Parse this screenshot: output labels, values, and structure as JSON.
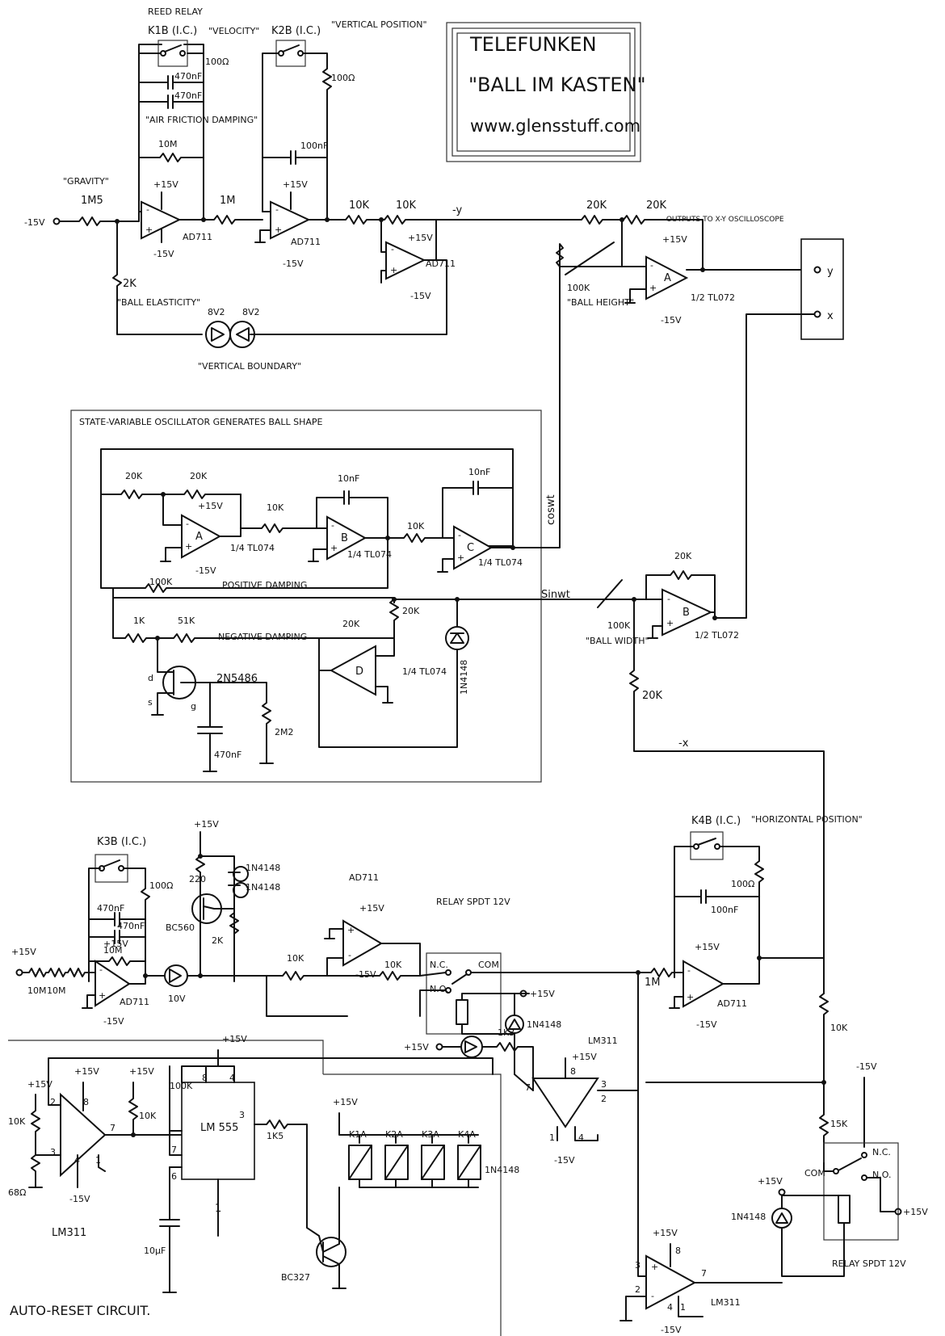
{
  "title_box": {
    "line1": "TELEFUNKEN",
    "line2": "\"BALL IM KASTEN\"",
    "line3": "www.glensstuff.com"
  },
  "labels": {
    "reed_relay": "REED RELAY",
    "k1b": "K1B (I.C.)",
    "velocity": "\"VELOCITY\"",
    "k2b": "K2B (I.C.)",
    "vertical_position": "\"VERTICAL POSITION\"",
    "r100a": "100Ω",
    "c470a": "470nF",
    "c470b": "470nF",
    "air_friction": "\"AIR FRICTION DAMPING\"",
    "r10m_a": "10M",
    "r100b": "100Ω",
    "c100a": "100nF",
    "gravity": "\"GRAVITY\"",
    "r1m5": "1M5",
    "neg15_in": "-15V",
    "p15_a": "+15V",
    "p15_b": "+15V",
    "p15_c": "+15V",
    "n15_a": "-15V",
    "n15_b": "-15V",
    "n15_c": "-15V",
    "ad711_a": "AD711",
    "ad711_b": "AD711",
    "ad711_c": "AD711",
    "r1m_a": "1M",
    "r10k_a": "10K",
    "r10k_b": "10K",
    "neg_y": "-y",
    "r20k_a": "20K",
    "r20k_b": "20K",
    "r100k_a": "100K",
    "ball_height": "\"BALL HEIGHT\"",
    "half_tl072_a": "1/2 TL072",
    "p15_d": "+15V",
    "n15_d": "-15V",
    "r2k_a": "2K",
    "ball_elasticity": "\"BALL ELASTICITY\"",
    "z8v2_a": "8V2",
    "z8v2_b": "8V2",
    "vertical_boundary": "\"VERTICAL BOUNDARY\"",
    "outputs": "OUTPUTS TO X-Y OSCILLOSCOPE",
    "out_y": "y",
    "out_x": "x",
    "svo_title": "STATE-VARIABLE OSCILLATOR GENERATES BALL SHAPE",
    "r20k_c": "20K",
    "r20k_d": "20K",
    "p15_e": "+15V",
    "n15_e": "-15V",
    "amp_a": "A",
    "amp_b": "B",
    "amp_c": "C",
    "amp_d": "D",
    "quarter_tl074_a": "1/4 TL074",
    "quarter_tl074_b": "1/4 TL074",
    "quarter_tl074_c": "1/4 TL074",
    "quarter_tl074_d": "1/4 TL074",
    "r10k_c": "10K",
    "r10k_d": "10K",
    "c10nf_a": "10nF",
    "c10nf_b": "10nF",
    "coswt": "coswt",
    "sinwt": "Sinwt",
    "r100k_b": "100K",
    "positive_damping": "POSITIVE DAMPING",
    "r1k": "1K",
    "r51k": "51K",
    "negative_damping": "NEGATIVE DAMPING",
    "r20k_e": "20K",
    "r20k_f": "20K",
    "d1n4148_a": "1N4148",
    "jfet": "2N5486",
    "jfet_d": "d",
    "jfet_s": "s",
    "jfet_g": "g",
    "c470c": "470nF",
    "r2m2": "2M2",
    "r20k_g": "20K",
    "r100k_c": "100K",
    "ball_width": "\"BALL WIDTH\"",
    "amp_b2": "B",
    "half_tl072_b": "1/2 TL072",
    "r20k_h": "20K",
    "neg_x": "-x",
    "k3b": "K3B (I.C.)",
    "r100c": "100Ω",
    "c470d": "470nF",
    "c470e": "470nF",
    "p15_f": "+15V",
    "n15_f": "-15V",
    "in_p15": "+15V",
    "r10m_b": "10M",
    "r10m_c": "10M",
    "r10m_d": "10M",
    "ad711_d": "AD711",
    "z10v": "10V",
    "p15_g": "+15V",
    "r220": "220",
    "d1n4148_b": "1N4148",
    "d1n4148_c": "1N4148",
    "bc560": "BC560",
    "r2k_b": "2K",
    "r10k_e": "10K",
    "ad711_e": "AD711",
    "p15_h": "+15V",
    "n15_h": "-15V",
    "r10k_f": "10K",
    "relay_a": "RELAY SPDT 12V",
    "nc_a": "N.C.",
    "no_a": "N.O.",
    "com_a": "COM",
    "p15_i": "+15V",
    "d1n4148_d": "1N4148",
    "k4b": "K4B (I.C.)",
    "horizontal_position": "\"HORIZONTAL POSITION\"",
    "r100d": "100Ω",
    "c100b": "100nF",
    "r1m_b": "1M",
    "p15_j": "+15V",
    "n15_j": "-15V",
    "ad711_f": "AD711",
    "r10k_g": "10K",
    "r15k": "15K",
    "p15_k": "+15V",
    "r1k3": "1K3",
    "lm311_a": "LM311",
    "p15_l": "+15V",
    "n15_l": "-15V",
    "n15_m": "-15V",
    "com_b": "COM",
    "nc_b": "N.C.",
    "no_b": "N.O.",
    "p15_m": "+15V",
    "p15_n": "+15V",
    "d1n4148_e": "1N4148",
    "relay_b": "RELAY SPDT 12V",
    "lm311_b": "LM311",
    "p15_o": "+15V",
    "n15_o": "-15V",
    "r10k_h": "10K",
    "r68": "68Ω",
    "p15_p": "+15V",
    "p15_q": "+15V",
    "n15_p": "-15V",
    "lm311_c": "LM311",
    "p15_r": "+15V",
    "r10k_i": "10K",
    "r100k_d": "100K",
    "lm555": "LM 555",
    "c10uf": "10µF",
    "p15_s": "+15V",
    "r1k5": "1K5",
    "p15_t": "+15V",
    "k1a": "K1A",
    "k2a": "K2A",
    "k3a": "K3A",
    "k4a": "K4A",
    "d1n4148_f": "1N4148",
    "bc327": "BC327",
    "auto_reset": "AUTO-RESET CIRCUIT.",
    "pin_2a": "2",
    "pin_3a": "3",
    "pin_7a": "7",
    "pin_8a": "8",
    "pin_4a": "4",
    "pin_1a": "1",
    "pin_8b": "8",
    "pin_4b": "4",
    "pin_7b": "7",
    "pin_6b": "6",
    "pin_3b": "3",
    "pin_1b": "1",
    "pin_8c": "8",
    "pin_7c": "7",
    "pin_2c": "2",
    "pin_3c": "3",
    "pin_1c": "1",
    "pin_4c": "4",
    "pin_3d": "3",
    "pin_2d": "2",
    "pin_8d": "8",
    "pin_7d": "7",
    "pin_1d": "1",
    "pin_4d": "4"
  }
}
